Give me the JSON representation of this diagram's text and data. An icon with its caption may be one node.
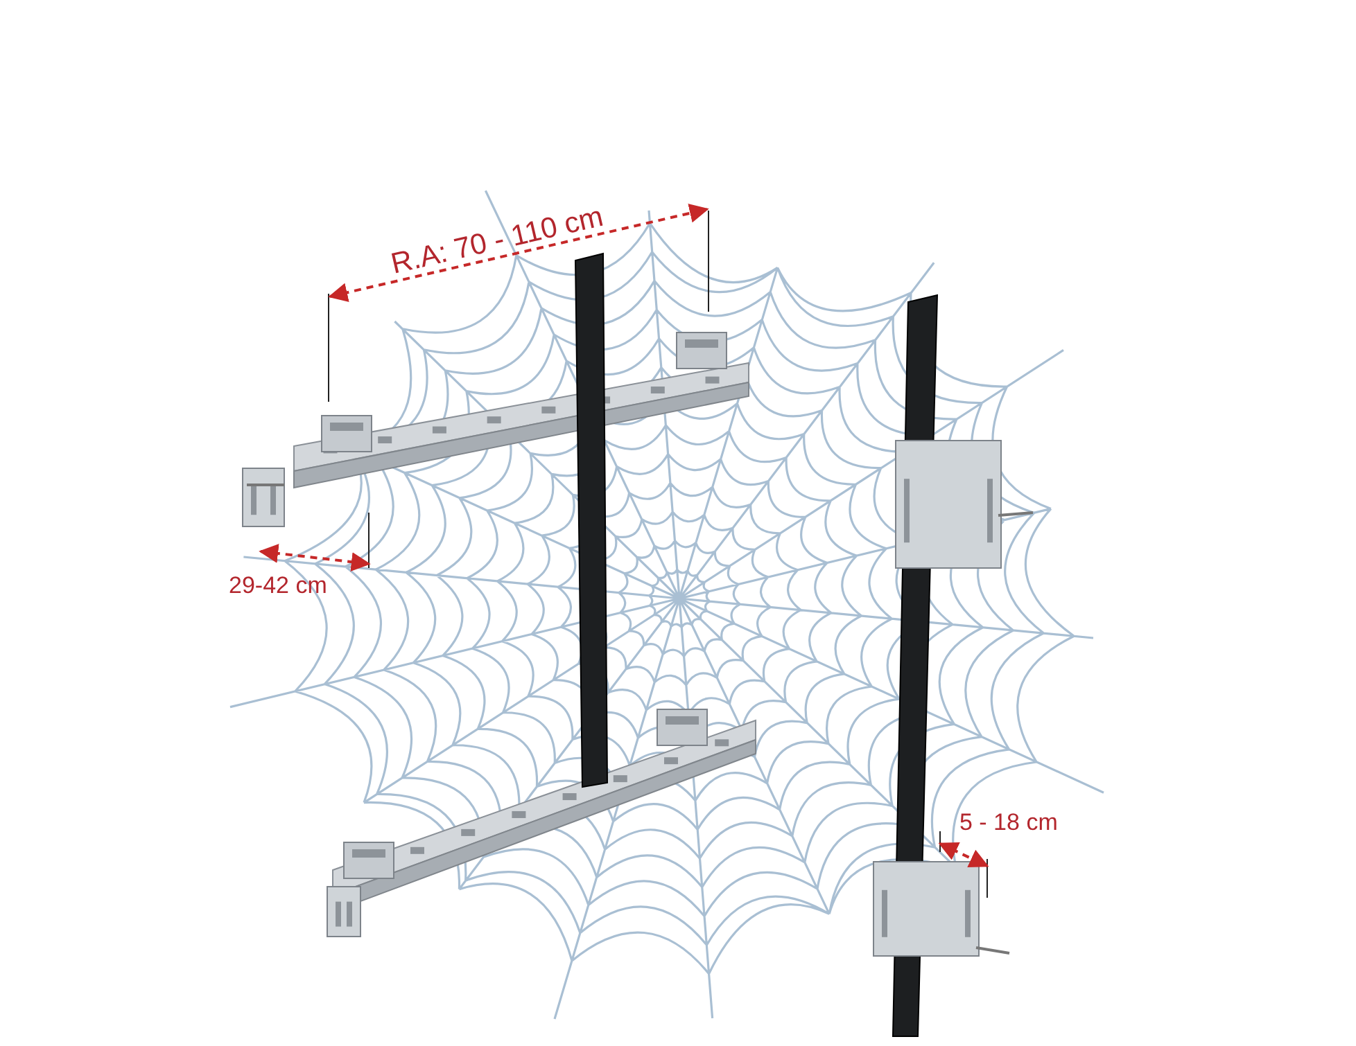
{
  "diagram": {
    "labels": [
      "R.A: 70 - 110 cm",
      "29-42 cm",
      "5 - 18 cm"
    ]
  }
}
